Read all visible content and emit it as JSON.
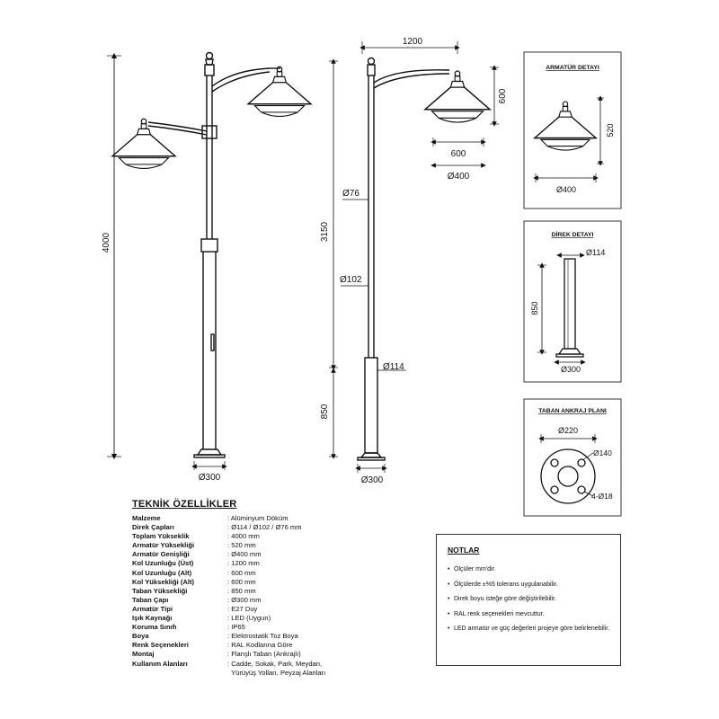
{
  "drawing": {
    "overall_height": "4000",
    "arm_length": "1200",
    "arm_height": "600",
    "arm_width_dim": "600",
    "shade_diameter": "Ø400",
    "upper_height": "3150",
    "lower_height": "850",
    "top_tube": "Ø76",
    "mid_tube": "Ø102",
    "base_tube": "Ø114",
    "base_plate_left": "Ø300",
    "base_plate_right": "Ø300"
  },
  "panels": {
    "armature": {
      "title": "ARMATÜR DETAYI",
      "height": "520",
      "diameter": "Ø400"
    },
    "pole": {
      "title": "DİREK DETAYI",
      "tube": "Ø114",
      "height": "850",
      "base": "Ø300"
    },
    "anchor": {
      "title": "TABAN ANKRAJ PLANI",
      "bolt_circle": "Ø220",
      "plate": "Ø140",
      "holes": "4-Ø18"
    }
  },
  "specs": {
    "title": "TEKNİK ÖZELLİKLER",
    "rows": [
      {
        "key": "Malzeme",
        "value": ": Alüminyum Döküm"
      },
      {
        "key": "Direk Çapları",
        "value": ": Ø114 / Ø102 / Ø76 mm"
      },
      {
        "key": "Toplam Yükseklik",
        "value": ": 4000 mm"
      },
      {
        "key": "Armatür Yüksekliği",
        "value": ": 520 mm"
      },
      {
        "key": "Armatür Genişliği",
        "value": ": Ø400 mm"
      },
      {
        "key": "Kol Uzunluğu (Üst)",
        "value": ": 1200 mm"
      },
      {
        "key": "Kol Uzunluğu (Alt)",
        "value": ": 600 mm"
      },
      {
        "key": "Kol Yüksekliği (Alt)",
        "value": ": 600 mm"
      },
      {
        "key": "Taban Yüksekliği",
        "value": ": 850 mm"
      },
      {
        "key": "Taban Çapı",
        "value": ": Ø300 mm"
      },
      {
        "key": "Armatür Tipi",
        "value": ": E27 Duy"
      },
      {
        "key": "Işık Kaynağı",
        "value": ": LED (Uygun)"
      },
      {
        "key": "Koruma Sınıfı",
        "value": ": IP65"
      },
      {
        "key": "Boya",
        "value": ": Elektrostatik Toz Boya"
      },
      {
        "key": "Renk Seçenekleri",
        "value": ": RAL Kodlarına Göre"
      },
      {
        "key": "Montaj",
        "value": ": Flanşlı Taban (Ankrajlı)"
      },
      {
        "key": "Kullanım Alanları",
        "value": ": Cadde, Sokak, Park, Meydan,"
      },
      {
        "key": "",
        "value": "  Yürüyüş Yolları, Peyzaj Alanları"
      }
    ]
  },
  "notes": {
    "title": "NOTLAR",
    "items": [
      "Ölçüler mm'dir.",
      "Ölçülerde ±%5 tolerans uygulanabilir.",
      "Direk boyu isteğe göre değiştirilebilir.",
      "RAL renk seçenekleri mevcuttur.",
      "LED armatür ve güç değerleri projeye göre belirlenebilir."
    ]
  }
}
